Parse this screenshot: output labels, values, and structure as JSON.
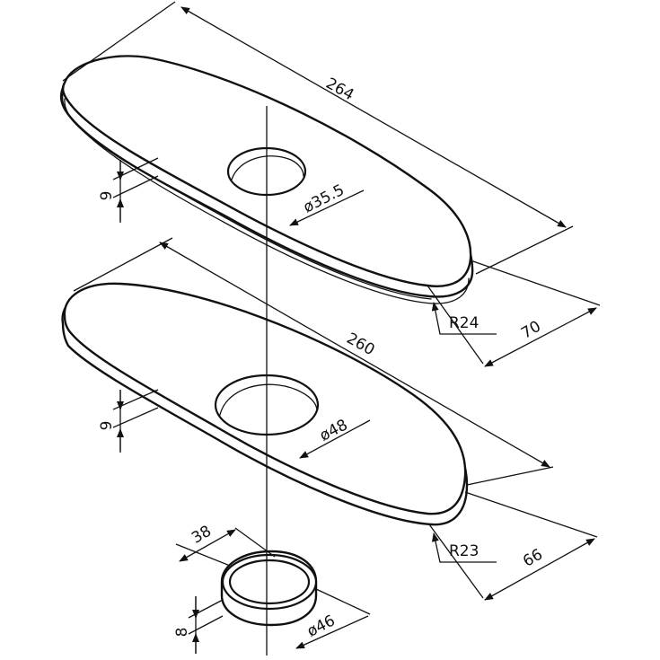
{
  "dimensions": {
    "top_plate": {
      "length": "264",
      "width": "70",
      "thickness": "9",
      "hole_diameter": "ø35.5",
      "radius": "R24"
    },
    "bottom_plate": {
      "length": "260",
      "width": "66",
      "thickness": "9",
      "hole_diameter": "ø48",
      "radius": "R23"
    },
    "ring": {
      "inner_diameter": "38",
      "outer_diameter": "ø46",
      "height": "8"
    }
  }
}
